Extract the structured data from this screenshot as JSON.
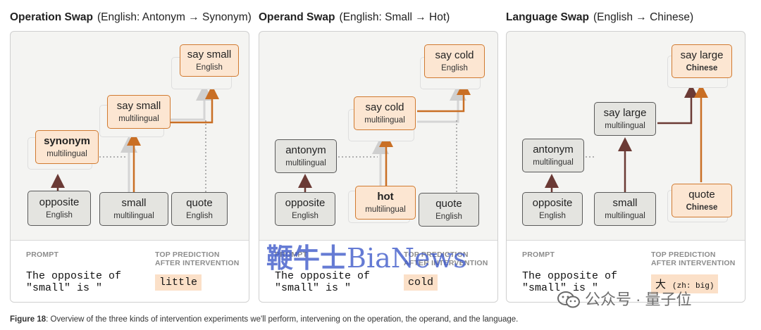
{
  "panels": [
    {
      "title": "Operation Swap",
      "subtitle": "(English:  Antonym → Synonym)",
      "prompt_label": "PROMPT",
      "pred_label_1": "TOP PREDICTION",
      "pred_label_2": "AFTER INTERVENTION",
      "prompt_text": "The opposite of\n\"small\" is \"",
      "prediction": "little",
      "nodes": {
        "n1": {
          "word": "opposite",
          "sub": "English"
        },
        "n2": {
          "word": "small",
          "sub": "multilingual"
        },
        "n3": {
          "word": "quote",
          "sub": "English"
        },
        "n4": {
          "word": "synonym",
          "sub": "multilingual"
        },
        "n5": {
          "word": "say small",
          "sub": "multilingual"
        },
        "n6": {
          "word": "say small",
          "sub": "English"
        }
      }
    },
    {
      "title": "Operand Swap",
      "subtitle": "(English:  Small → Hot)",
      "prompt_label": "PROMPT",
      "pred_label_1": "TOP PREDICTION",
      "pred_label_2": "AFTER INTERVENTION",
      "prompt_text": "The opposite of\n\"small\" is \"",
      "prediction": "cold",
      "nodes": {
        "n1": {
          "word": "opposite",
          "sub": "English"
        },
        "n2": {
          "word": "hot",
          "sub": "multilingual"
        },
        "n3": {
          "word": "quote",
          "sub": "English"
        },
        "n4": {
          "word": "antonym",
          "sub": "multilingual"
        },
        "n5": {
          "word": "say cold",
          "sub": "multilingual"
        },
        "n6": {
          "word": "say cold",
          "sub": "English"
        }
      }
    },
    {
      "title": "Language Swap",
      "subtitle": "(English → Chinese)",
      "prompt_label": "PROMPT",
      "pred_label_1": "TOP PREDICTION",
      "pred_label_2": "AFTER INTERVENTION",
      "prompt_text": "The opposite of\n\"small\" is \"",
      "prediction_main": "大",
      "prediction_note": "(zh: big)",
      "nodes": {
        "n1": {
          "word": "opposite",
          "sub": "English"
        },
        "n2": {
          "word": "small",
          "sub": "multilingual"
        },
        "n3": {
          "word": "quote",
          "sub": "Chinese"
        },
        "n4": {
          "word": "antonym",
          "sub": "multilingual"
        },
        "n5": {
          "word": "say large",
          "sub": "multilingual"
        },
        "n6": {
          "word": "say large",
          "sub": "Chinese"
        }
      }
    }
  ],
  "caption": {
    "label": "Figure 18",
    "text": ": Overview of the three kinds of intervention experiments we'll perform, intervening on the operation, the operand, and the language."
  },
  "watermarks": {
    "biannews_cn": "鞭牛士",
    "biannews_en": "BiaNews",
    "wechat": "公众号 · 量子位"
  },
  "colors": {
    "orange_fill": "#fce6d2",
    "orange_border": "#d17a30",
    "grey_fill": "#e4e4e0",
    "dark_arrow": "#6b3a35",
    "panel_bg": "#f4f4f2",
    "watermark_blue": "#3a56c8"
  }
}
